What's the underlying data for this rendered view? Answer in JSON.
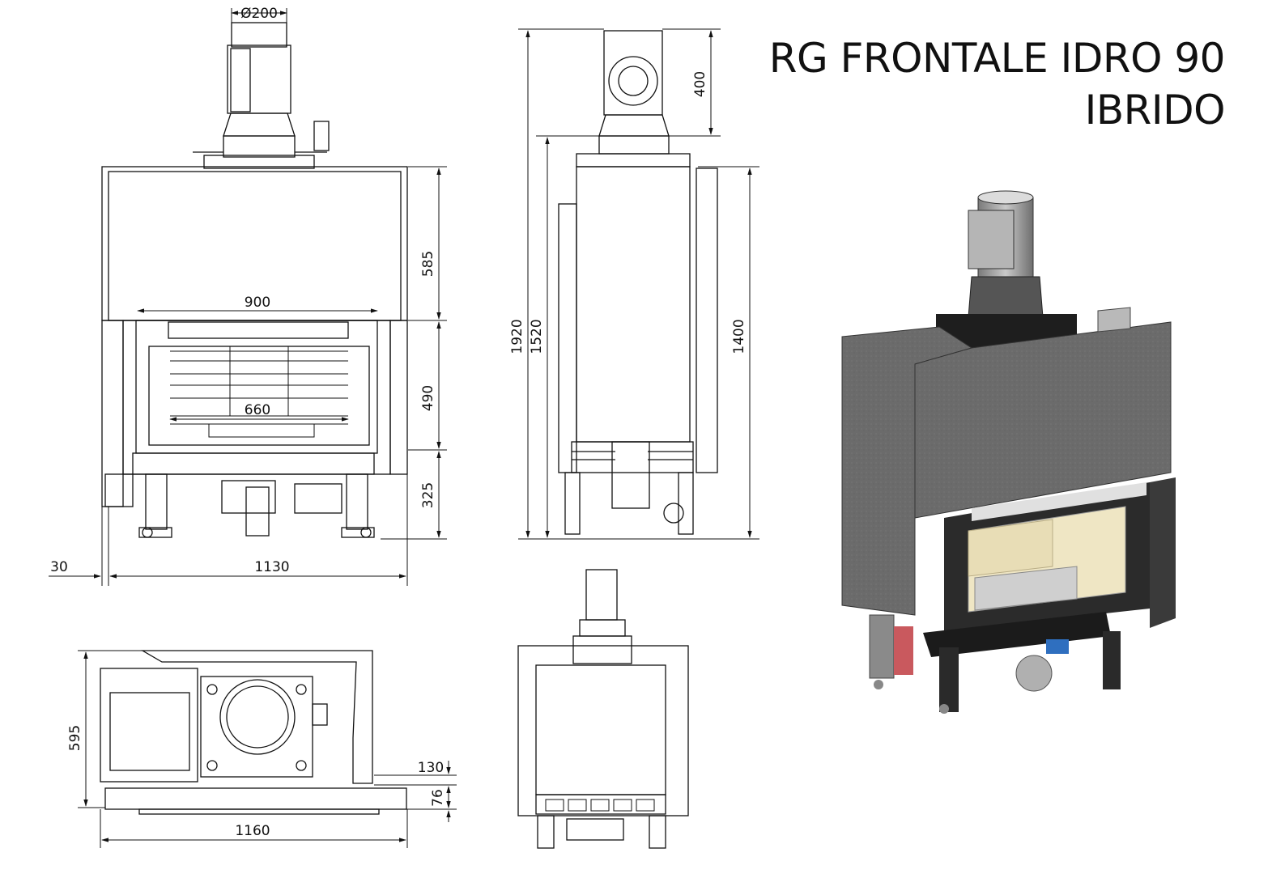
{
  "title": {
    "line1": "RG FRONTALE IDRO 90",
    "line2": "IBRIDO"
  },
  "dimensions": {
    "front_view": {
      "flue_diameter": "Ø200",
      "opening_width": "900",
      "firebox_width": "660",
      "upper_height": "585",
      "opening_height": "490",
      "base_height": "325",
      "side_offset": "30",
      "total_width": "1130"
    },
    "side_view": {
      "total_height": "1920",
      "body_height": "1520",
      "flue_height": "400",
      "side_height": "1400"
    },
    "top_view": {
      "depth": "595",
      "width": "1160",
      "rear_offset": "130",
      "front_offset": "76"
    }
  }
}
